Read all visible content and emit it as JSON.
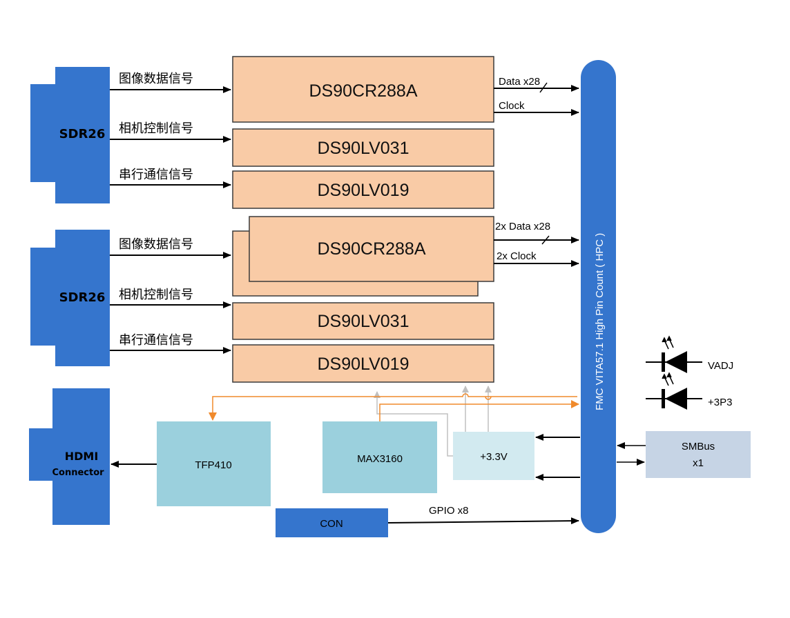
{
  "colors": {
    "connector_blue": "#3575cd",
    "chip_fill": "#f9cba6",
    "chip_border": "#3a3a3a",
    "aux_chip_fill": "#9bd0dd",
    "power_fill": "#d2eaf0",
    "smbus_fill": "#c6d4e5",
    "orange_line": "#f08a2c",
    "gray_line": "#c0c0c0"
  },
  "connectors": {
    "sdr_top": "SDR26",
    "sdr_bottom": "SDR26",
    "hdmi_line1": "HDMI",
    "hdmi_line2": "Connector",
    "con": "CON",
    "fmc": "FMC VITA57.1 High Pin Count ( HPC )"
  },
  "signals": {
    "image_data": "图像数据信号",
    "camera_control": "相机控制信号",
    "serial_comm": "串行通信信号"
  },
  "chips": {
    "top_serdes": "DS90CR288A",
    "top_lv031": "DS90LV031",
    "top_lv019": "DS90LV019",
    "bot_serdes": "DS90CR288A",
    "bot_lv031": "DS90LV031",
    "bot_lv019": "DS90LV019",
    "tfp410": "TFP410",
    "max3160": "MAX3160",
    "power": "+3.3V"
  },
  "links": {
    "data_x28": "Data x28",
    "clock": "Clock",
    "data_2x": "2x Data x28",
    "clock_2x": "2x Clock",
    "gpio": "GPIO x8"
  },
  "leds": {
    "vadj": "VADJ",
    "p3p3": "+3P3"
  },
  "smbus": {
    "line1": "SMBus",
    "line2": "x1"
  }
}
